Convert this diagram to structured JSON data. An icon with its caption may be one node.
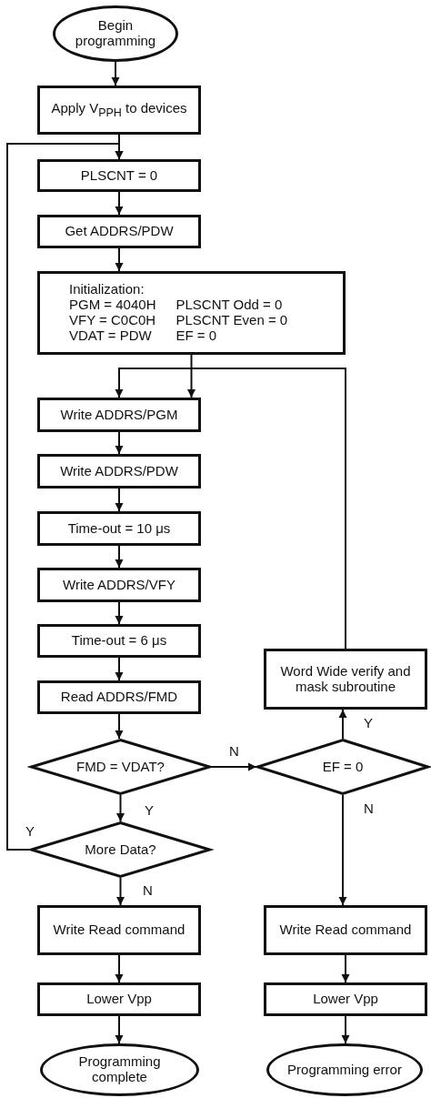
{
  "diagram": {
    "nodes": [
      {
        "text": [
          "Begin programming"
        ]
      },
      {
        "text": [
          "Apply V$_{PPH}$ to devices"
        ]
      },
      {
        "text": [
          "PLSCNT = 0"
        ]
      },
      {
        "text": [
          "Get ADDRS/PDW"
        ]
      },
      {
        "text": [
          "Initialization:",
          "PGM = 4040H",
          "VFY = C0C0H",
          "VDAT = PDW",
          "PLSCNT Odd = 0",
          "PLSCNT Even = 0",
          "EF = 0"
        ]
      },
      {
        "text": [
          "Write ADDRS/PGM"
        ]
      },
      {
        "text": [
          "Write ADDRS/PDW"
        ]
      },
      {
        "text": [
          "Time-out = 10 μs"
        ]
      },
      {
        "text": [
          "Write ADDRS/VFY"
        ]
      },
      {
        "text": [
          "Time-out = 6 μs"
        ]
      },
      {
        "text": [
          "Read ADDRS/FMD"
        ]
      },
      {
        "text": [
          "FMD = VDAT?"
        ]
      },
      {
        "text": [
          "EF = 0"
        ]
      },
      {
        "text": [
          "Word Wide verify and mask subroutine"
        ]
      },
      {
        "text": [
          "More Data?"
        ]
      },
      {
        "text": [
          "Write Read command"
        ]
      },
      {
        "text": [
          "Lower Vpp"
        ]
      },
      {
        "text": [
          "Programming complete"
        ]
      },
      {
        "text": [
          "Write Read command"
        ]
      },
      {
        "text": [
          "Lower Vpp"
        ]
      },
      {
        "text": [
          "Programming error"
        ]
      }
    ],
    "edges": [
      {
        "from": 0,
        "to": 1,
        "arrow": "to"
      },
      {
        "from": 1,
        "to": 2,
        "arrow": "to"
      },
      {
        "from": 2,
        "to": 3,
        "arrow": "to"
      },
      {
        "from": 3,
        "to": 4,
        "arrow": "to"
      },
      {
        "from": 4,
        "to": 5,
        "arrow": "to"
      },
      {
        "from": 5,
        "to": 6,
        "arrow": "to"
      },
      {
        "from": 6,
        "to": 7,
        "arrow": "to"
      },
      {
        "from": 7,
        "to": 8,
        "arrow": "to"
      },
      {
        "from": 8,
        "to": 9,
        "arrow": "to"
      },
      {
        "from": 9,
        "to": 10,
        "arrow": "to"
      },
      {
        "from": 10,
        "to": 11,
        "arrow": "to"
      },
      {
        "from": 11,
        "to": 12,
        "arrow": "to",
        "label": "N"
      },
      {
        "from": 11,
        "to": 14,
        "arrow": "to",
        "label": "Y"
      },
      {
        "from": 14,
        "to": 2,
        "arrow": "to",
        "label": "Y"
      },
      {
        "from": 12,
        "to": 13,
        "arrow": "to",
        "label": "Y"
      },
      {
        "from": 13,
        "to": 5,
        "arrow": "to"
      },
      {
        "from": 12,
        "to": 18,
        "arrow": "to",
        "label": "N"
      },
      {
        "from": 14,
        "to": 15,
        "arrow": "to",
        "label": "N"
      },
      {
        "from": 15,
        "to": 16,
        "arrow": "to"
      },
      {
        "from": 16,
        "to": 17,
        "arrow": "to"
      },
      {
        "from": 18,
        "to": 19,
        "arrow": "to"
      },
      {
        "from": 19,
        "to": 20,
        "arrow": "to"
      }
    ]
  }
}
